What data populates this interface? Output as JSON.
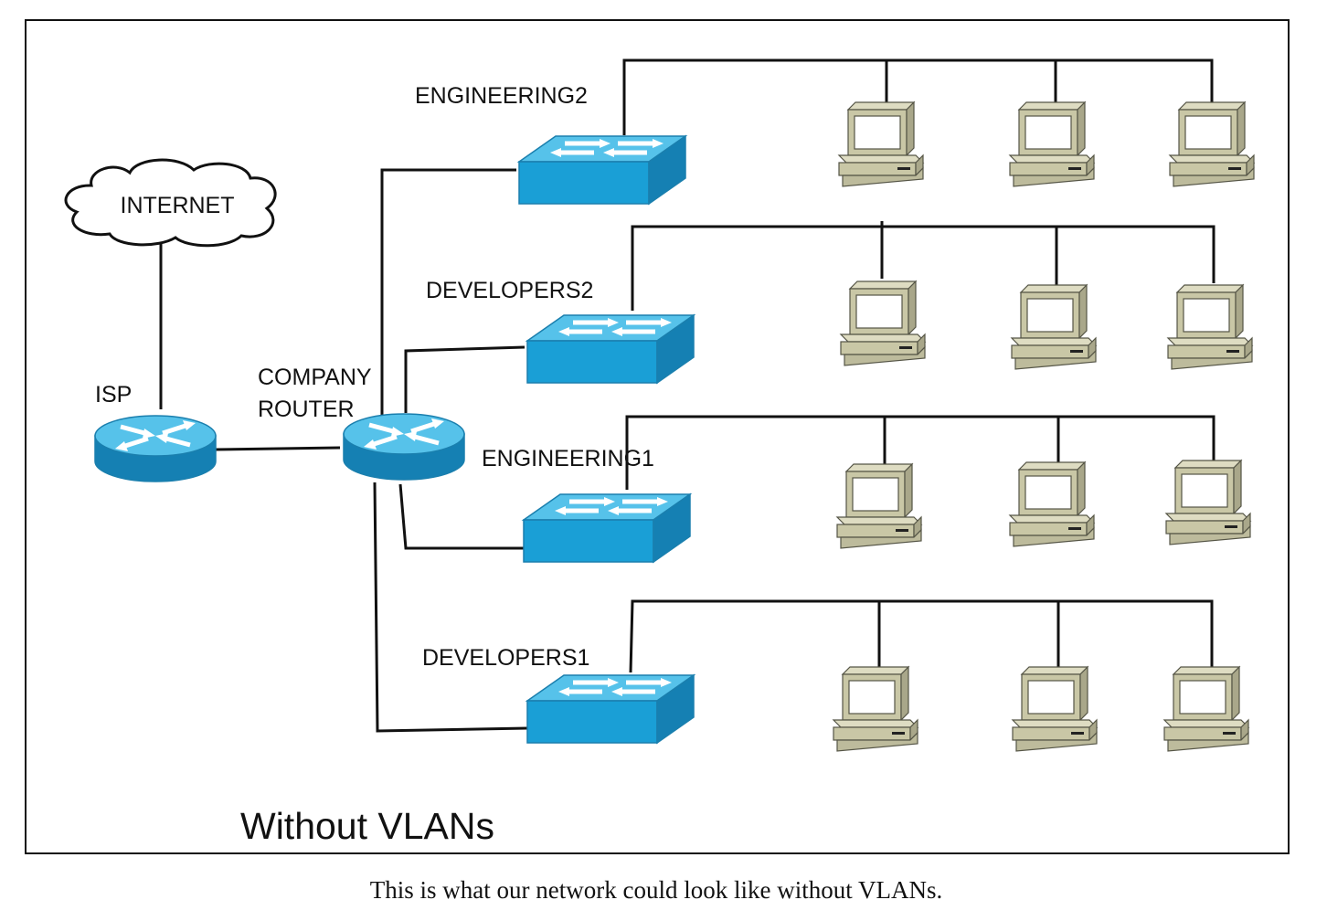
{
  "labels": {
    "internet": "INTERNET",
    "isp": "ISP",
    "company_router_line1": "COMPANY",
    "company_router_line2": "ROUTER",
    "engineering2": "ENGINEERING2",
    "developers2": "DEVELOPERS2",
    "engineering1": "ENGINEERING1",
    "developers1": "DEVELOPERS1"
  },
  "title": "Without VLANs",
  "caption": "This is what our network could look like without VLANs.",
  "colors": {
    "device_blue": "#1a9fd6",
    "device_blue_dark": "#1580b3",
    "computer_beige": "#c9c7a6",
    "outline": "#111111"
  },
  "icons": [
    "cloud-icon",
    "router-icon",
    "switch-icon",
    "computer-icon"
  ]
}
